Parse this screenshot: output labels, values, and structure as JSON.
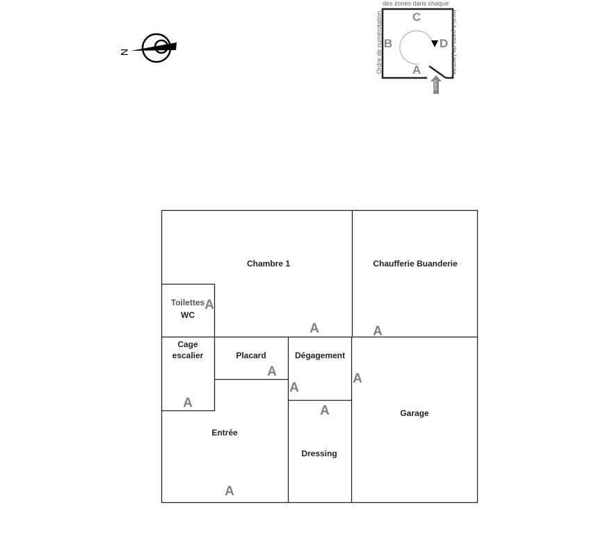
{
  "compass": {
    "north_label": "N"
  },
  "legend": {
    "top_text": "des zones dans chaque",
    "left_text": "Ordre de numérotation",
    "right_text": "local à partir de l'entrée",
    "zones": [
      "A",
      "B",
      "C",
      "D"
    ],
    "entrance_label": "Entrée"
  },
  "rooms": [
    {
      "name": "Chambre 1",
      "zone": "A"
    },
    {
      "name": "Chaufferie Buanderie",
      "zone": "A"
    },
    {
      "name": "Toilettes WC",
      "line1": "Toilettes",
      "line2": "WC",
      "zone": "A"
    },
    {
      "name": "Cage escalier",
      "line1": "Cage",
      "line2": "escalier",
      "zone": "A"
    },
    {
      "name": "Placard",
      "zone": "A"
    },
    {
      "name": "Dégagement",
      "zone": "A"
    },
    {
      "name": "Garage",
      "zone": "A"
    },
    {
      "name": "Entrée",
      "zone": "A"
    },
    {
      "name": "Dressing",
      "zone": "A"
    }
  ]
}
